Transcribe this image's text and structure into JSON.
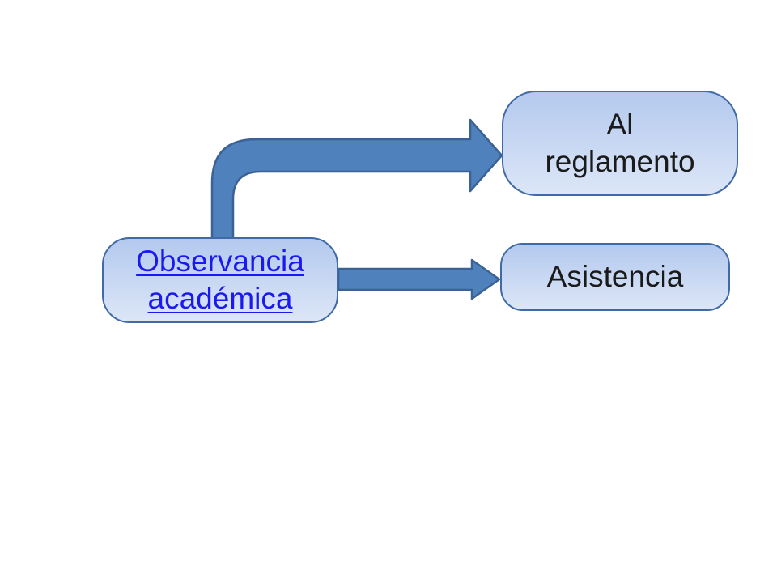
{
  "diagram": {
    "source_node": {
      "line1": "Observancia",
      "line2": "académica"
    },
    "target_nodes": [
      {
        "line1": "Al",
        "line2": "reglamento"
      },
      {
        "label": "Asistencia"
      }
    ]
  },
  "colors": {
    "node_border": "#3f6aa6",
    "node_fill_top": "#b3c9ee",
    "node_fill_bottom": "#dce6f7",
    "arrow_fill": "#4f81bd",
    "arrow_stroke": "#3a6294",
    "link_text": "#1a1af0"
  }
}
